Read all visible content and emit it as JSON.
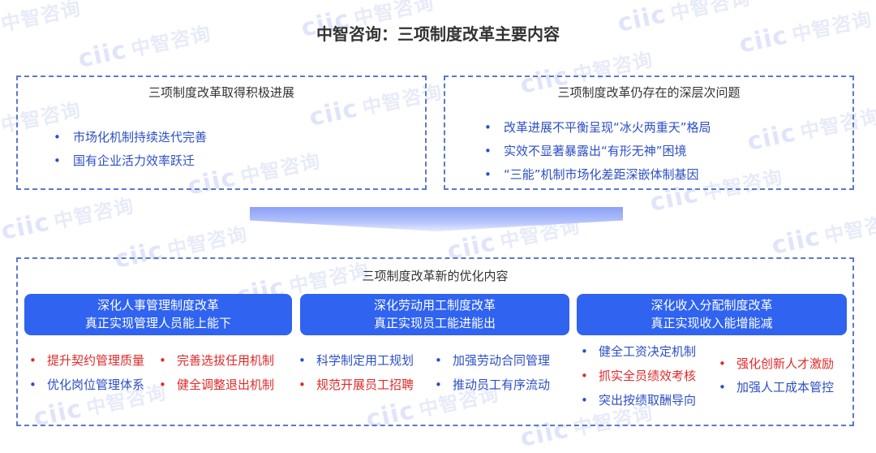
{
  "title": "中智咨询：三项制度改革主要内容",
  "watermark": {
    "logo": "ciic",
    "text": "中智咨询"
  },
  "colors": {
    "accent_blue": "#2f63f0",
    "text_blue": "#2c4fc4",
    "text_red": "#e02a2a",
    "dashed_border": "#5b79c8",
    "title_text": "#333333"
  },
  "progress_box": {
    "title": "三项制度改革取得积极进展",
    "items": [
      {
        "text": "市场化机制持续迭代完善",
        "color": "blue"
      },
      {
        "text": "国有企业活力效率跃迁",
        "color": "blue"
      }
    ]
  },
  "issues_box": {
    "title": "三项制度改革仍存在的深层次问题",
    "items": [
      {
        "text": "改革进展不平衡呈现“冰火两重天”格局",
        "color": "blue"
      },
      {
        "text": "实效不显著暴露出“有形无神”困境",
        "color": "blue"
      },
      {
        "text": "“三能”机制市场化差距深嵌体制基因",
        "color": "blue"
      }
    ]
  },
  "arrow": {
    "icon": "down-arrow-band-icon"
  },
  "optimization_box": {
    "title": "三项制度改革新的优化内容",
    "columns": [
      {
        "header_line1": "深化人事管理制度改革",
        "header_line2": "真正实现管理人员能上能下",
        "items": [
          {
            "text": "提升契约管理质量",
            "color": "red"
          },
          {
            "text": "完善选拔任用机制",
            "color": "red"
          },
          {
            "text": "优化岗位管理体系",
            "color": "blue"
          },
          {
            "text": "健全调整退出机制",
            "color": "red"
          }
        ]
      },
      {
        "header_line1": "深化劳动用工制度改革",
        "header_line2": "真正实现员工能进能出",
        "items": [
          {
            "text": "科学制定用工规划",
            "color": "blue"
          },
          {
            "text": "加强劳动合同管理",
            "color": "blue"
          },
          {
            "text": "规范开展员工招聘",
            "color": "red"
          },
          {
            "text": "推动员工有序流动",
            "color": "blue"
          }
        ]
      },
      {
        "header_line1": "深化收入分配制度改革",
        "header_line2": "真正实现收入能增能减",
        "items": [
          {
            "text": "健全工资决定机制",
            "color": "blue"
          },
          {
            "text": "抓实全员绩效考核",
            "color": "red"
          },
          {
            "text": "突出按绩取酬导向",
            "color": "blue"
          },
          {
            "text": "强化创新人才激励",
            "color": "red"
          },
          {
            "text": "加强人工成本管控",
            "color": "blue"
          }
        ]
      }
    ]
  }
}
